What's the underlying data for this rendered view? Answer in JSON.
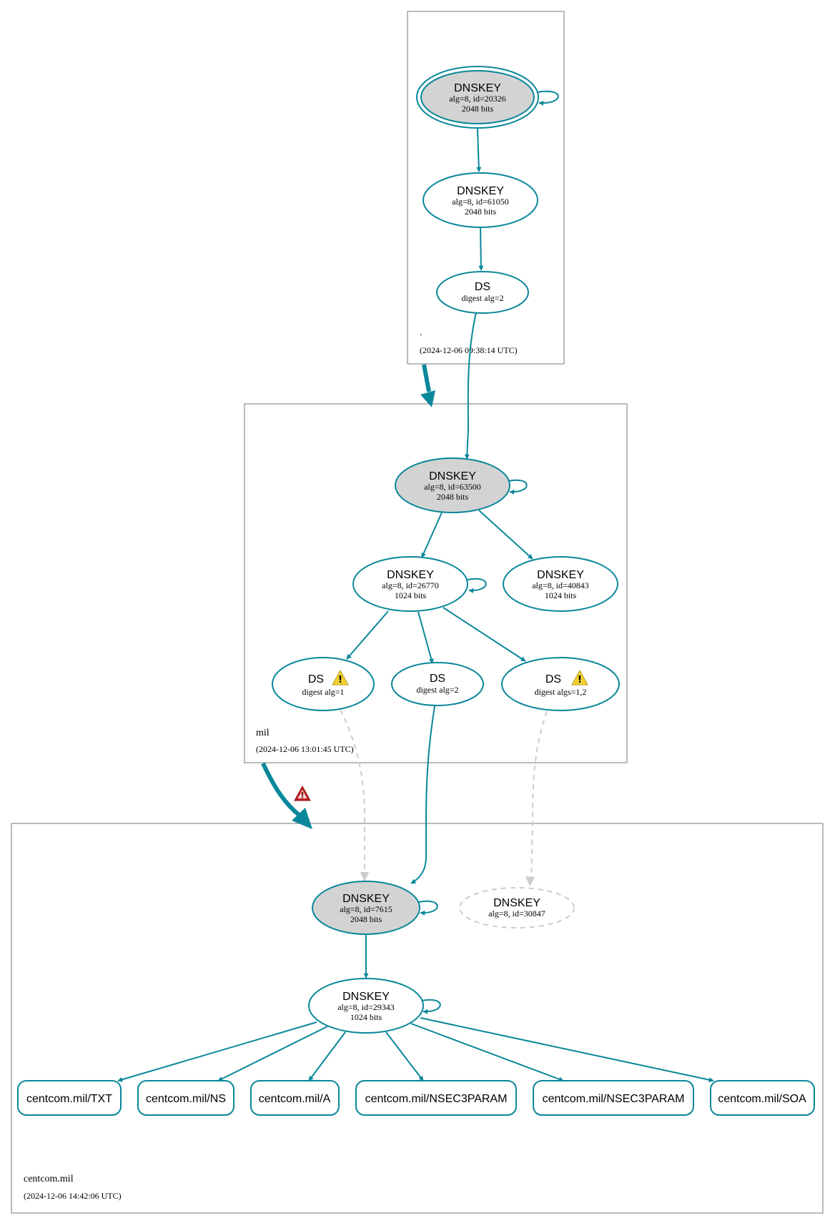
{
  "zones": {
    "root": {
      "name": ".",
      "timestamp": "(2024-12-06 09:38:14 UTC)"
    },
    "mil": {
      "name": "mil",
      "timestamp": "(2024-12-06 13:01:45 UTC)"
    },
    "centcom": {
      "name": "centcom.mil",
      "timestamp": "(2024-12-06 14:42:06 UTC)"
    }
  },
  "nodes": {
    "root_ksk": {
      "title": "DNSKEY",
      "line1": "alg=8, id=20326",
      "line2": "2048 bits"
    },
    "root_zsk": {
      "title": "DNSKEY",
      "line1": "alg=8, id=61050",
      "line2": "2048 bits"
    },
    "root_ds": {
      "title": "DS",
      "line1": "digest alg=2"
    },
    "mil_ksk": {
      "title": "DNSKEY",
      "line1": "alg=8, id=63500",
      "line2": "2048 bits"
    },
    "mil_zsk1": {
      "title": "DNSKEY",
      "line1": "alg=8, id=26770",
      "line2": "1024 bits"
    },
    "mil_zsk2": {
      "title": "DNSKEY",
      "line1": "alg=8, id=40843",
      "line2": "1024 bits"
    },
    "mil_ds1": {
      "title": "DS",
      "line1": "digest alg=1"
    },
    "mil_ds2": {
      "title": "DS",
      "line1": "digest alg=2"
    },
    "mil_ds3": {
      "title": "DS",
      "line1": "digest algs=1,2"
    },
    "cc_ksk": {
      "title": "DNSKEY",
      "line1": "alg=8, id=7615",
      "line2": "2048 bits"
    },
    "cc_missing": {
      "title": "DNSKEY",
      "line1": "alg=8, id=30847"
    },
    "cc_zsk": {
      "title": "DNSKEY",
      "line1": "alg=8, id=29343",
      "line2": "1024 bits"
    }
  },
  "records": [
    "centcom.mil/TXT",
    "centcom.mil/NS",
    "centcom.mil/A",
    "centcom.mil/NSEC3PARAM",
    "centcom.mil/NSEC3PARAM",
    "centcom.mil/SOA"
  ],
  "colors": {
    "edge": "#0a879a",
    "key_fill": "#d3d3d3",
    "dashed": "#cccccc",
    "zone_border": "#777777",
    "warning_yellow": "#f2d230",
    "error_red": "#c21f1f"
  },
  "icons": {
    "ds_warning": "warning-triangle-icon",
    "delegation_error": "error-triangle-icon"
  }
}
